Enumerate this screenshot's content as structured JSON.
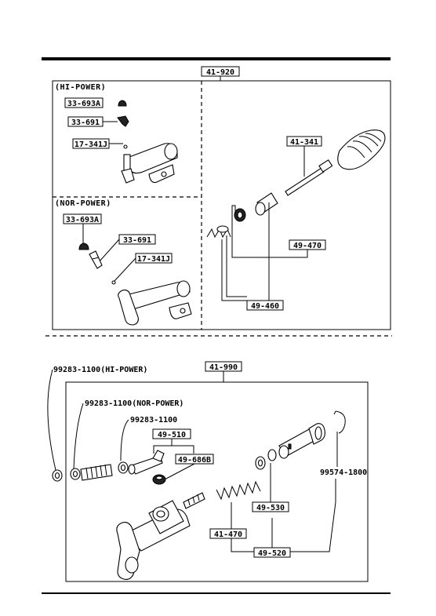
{
  "upper_kit": {
    "number": "41-920",
    "hi_power_label": "(HI-POWER)",
    "nor_power_label": "(NOR-POWER)",
    "hi_parts": [
      "33-693A",
      "33-691",
      "17-341J"
    ],
    "nor_parts": [
      "33-693A",
      "33-691",
      "17-341J"
    ],
    "right_parts": [
      "41-341",
      "49-470",
      "49-460"
    ]
  },
  "lower_kit": {
    "number": "41-990",
    "clip_hi_power": "99283-1100(HI-POWER)",
    "clip_nor_power": "99283-1100(NOR-POWER)",
    "clip": "99283-1100",
    "pipe": "49-510",
    "bleeder": "49-686B",
    "snap_ring": "99574-1800",
    "cup": "49-530",
    "spring": "41-470",
    "piston": "49-520"
  }
}
